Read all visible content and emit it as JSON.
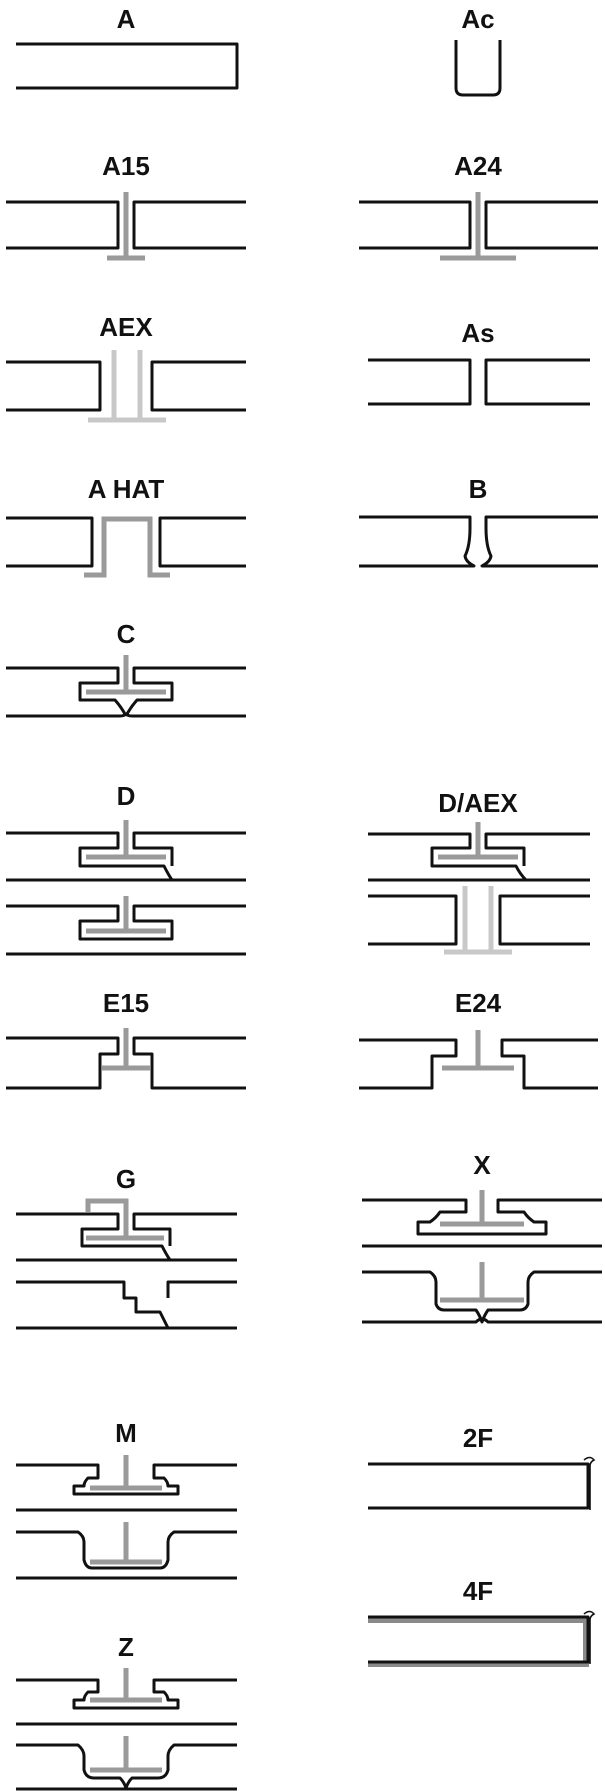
{
  "edge_details": {
    "labels": {
      "a": "A",
      "ac": "Ac",
      "a15": "A15",
      "a24": "A24",
      "aex": "AEX",
      "as": "As",
      "ahat": "A HAT",
      "b": "B",
      "c": "C",
      "d": "D",
      "daex": "D/AEX",
      "e15": "E15",
      "e24": "E24",
      "g": "G",
      "x": "X",
      "m": "M",
      "f2": "2F",
      "z": "Z",
      "f4": "4F"
    }
  }
}
